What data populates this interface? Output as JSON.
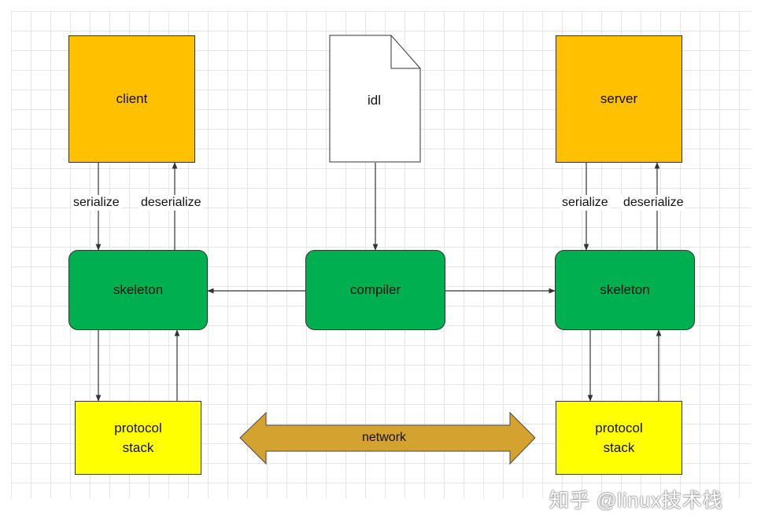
{
  "nodes": {
    "client": "client",
    "idl": "idl",
    "server": "server",
    "skeleton_left": "skeleton",
    "compiler": "compiler",
    "skeleton_right": "skeleton",
    "protocol_left_line1": "protocol",
    "protocol_left_line2": "stack",
    "protocol_right_line1": "protocol",
    "protocol_right_line2": "stack"
  },
  "edge_labels": {
    "serialize_left": "serialize",
    "deserialize_left": "deserialize",
    "serialize_right": "serialize",
    "deserialize_right": "deserialize",
    "network": "network"
  },
  "watermark": "知乎 @linux技术栈",
  "colors": {
    "client_server": "#ffc000",
    "skeleton_compiler": "#00b050",
    "protocol_stack": "#ffff00",
    "network_arrow": "#d4a22e",
    "edge": "#333333",
    "grid": "#e4e4e4"
  }
}
